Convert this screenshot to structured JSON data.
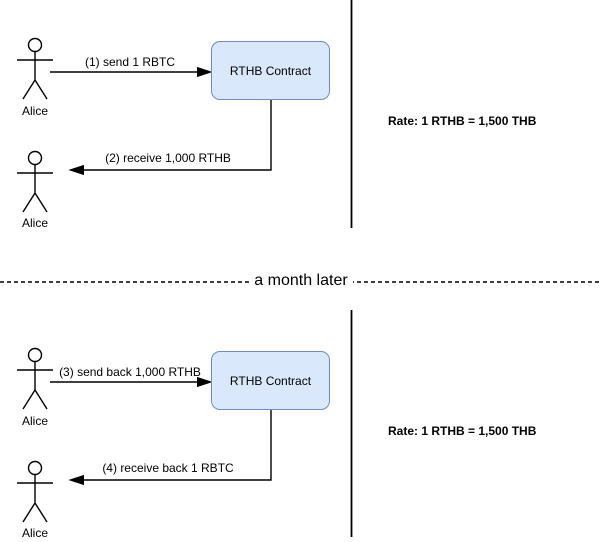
{
  "diagram": {
    "divider": {
      "label": "a month later"
    },
    "colors": {
      "background": "#ffffff",
      "contract_fill": "#dae8fc",
      "contract_stroke": "#6c8ebf",
      "line": "#000000"
    },
    "panels": [
      {
        "actor_top": "Alice",
        "actor_bottom": "Alice",
        "contract": "RTHB Contract",
        "send_message": "(1) send 1 RBTC",
        "receive_message": "(2) receive 1,000 RTHB",
        "rate": "Rate: 1 RTHB = 1,500 THB"
      },
      {
        "actor_top": "Alice",
        "actor_bottom": "Alice",
        "contract": "RTHB Contract",
        "send_message": "(3) send back 1,000 RTHB",
        "receive_message": "(4) receive back 1 RBTC",
        "rate": "Rate: 1 RTHB = 1,500 THB"
      }
    ]
  }
}
